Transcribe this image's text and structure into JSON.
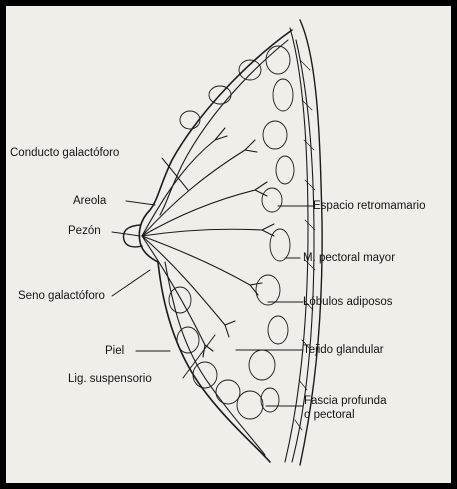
{
  "labels": {
    "conducto": "Conducto galactóforo",
    "areola": "Areola",
    "pezon": "Pezón",
    "seno": "Seno galactóforo",
    "piel": "Piel",
    "lig": "Lig. suspensorio",
    "espacio": "Espacio retromamario",
    "pectoral": "M. pectoral mayor",
    "lobulos": "Lóbulos adiposos",
    "tejido": "Tejido glandular",
    "fascia_line1": "Fascia profunda",
    "fascia_line2": "o pectoral"
  },
  "colors": {
    "background": "#efeee9",
    "border": "#000000",
    "ink": "#1a1a1a"
  }
}
